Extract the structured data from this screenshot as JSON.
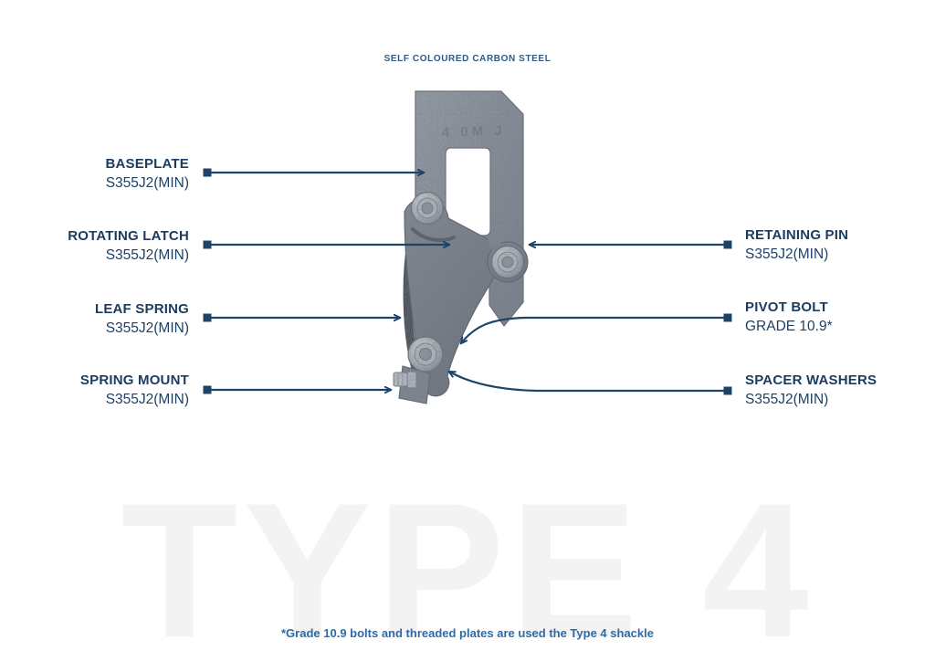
{
  "page": {
    "top_label": "SELF COLOURED CARBON STEEL",
    "watermark": "TYPE 4",
    "footnote": "*Grade 10.9 bolts and threaded plates are used the Type 4 shackle"
  },
  "part": {
    "name": "Type 4 shackle latch assembly",
    "stamp": "4 0M J"
  },
  "labels": {
    "left": [
      {
        "title": "BASEPLATE",
        "spec": "S355J2(MIN)"
      },
      {
        "title": "ROTATING LATCH",
        "spec": "S355J2(MIN)"
      },
      {
        "title": "LEAF SPRING",
        "spec": "S355J2(MIN)"
      },
      {
        "title": "SPRING MOUNT",
        "spec": "S355J2(MIN)"
      }
    ],
    "right": [
      {
        "title": "RETAINING PIN",
        "spec": "S355J2(MIN)"
      },
      {
        "title": "PIVOT BOLT",
        "spec": "GRADE 10.9*"
      },
      {
        "title": "SPACER WASHERS",
        "spec": "S355J2(MIN)"
      }
    ]
  },
  "colors": {
    "label_text": "#1b3b5f",
    "leader_line": "#1d4468",
    "footnote_text": "#2e6ba6",
    "watermark": "#f3f3f3",
    "steel_light": "#9aa1ab",
    "steel_dark": "#747b86"
  }
}
